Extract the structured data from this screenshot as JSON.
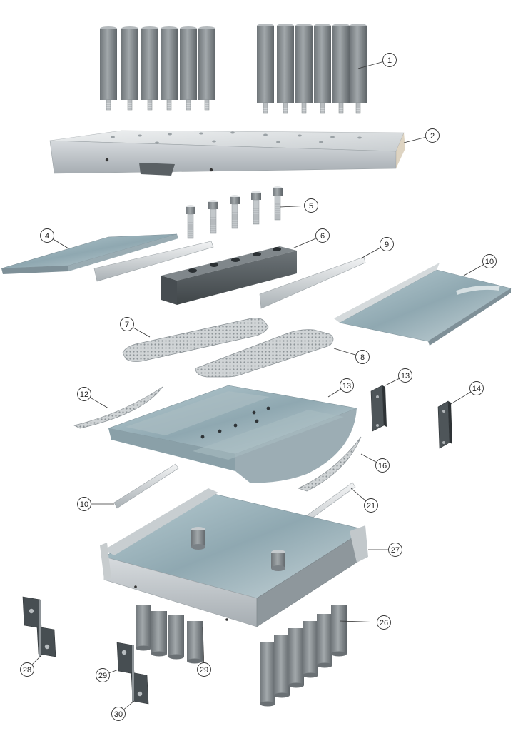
{
  "callouts": [
    {
      "id": "c1",
      "label": "1"
    },
    {
      "id": "c2",
      "label": "2"
    },
    {
      "id": "c5",
      "label": "5"
    },
    {
      "id": "c4",
      "label": "4"
    },
    {
      "id": "c6",
      "label": "6"
    },
    {
      "id": "c9",
      "label": "9"
    },
    {
      "id": "c10a",
      "label": "10"
    },
    {
      "id": "c7",
      "label": "7"
    },
    {
      "id": "c8",
      "label": "8"
    },
    {
      "id": "c12",
      "label": "12"
    },
    {
      "id": "c13a",
      "label": "13"
    },
    {
      "id": "c13b",
      "label": "13"
    },
    {
      "id": "c14",
      "label": "14"
    },
    {
      "id": "c16",
      "label": "16"
    },
    {
      "id": "c10b",
      "label": "10"
    },
    {
      "id": "c21",
      "label": "21"
    },
    {
      "id": "c27",
      "label": "27"
    },
    {
      "id": "c26",
      "label": "26"
    },
    {
      "id": "c28",
      "label": "28"
    },
    {
      "id": "c29a",
      "label": "29"
    },
    {
      "id": "c29b",
      "label": "29"
    },
    {
      "id": "c30",
      "label": "30"
    }
  ],
  "colors": {
    "steel_light": "#d9dde0",
    "steel_mid": "#a9b2b8",
    "steel_dark": "#6f787e",
    "blue_steel": "#9fb6bf",
    "concrete": "#8e9497",
    "leader": "#333333"
  }
}
